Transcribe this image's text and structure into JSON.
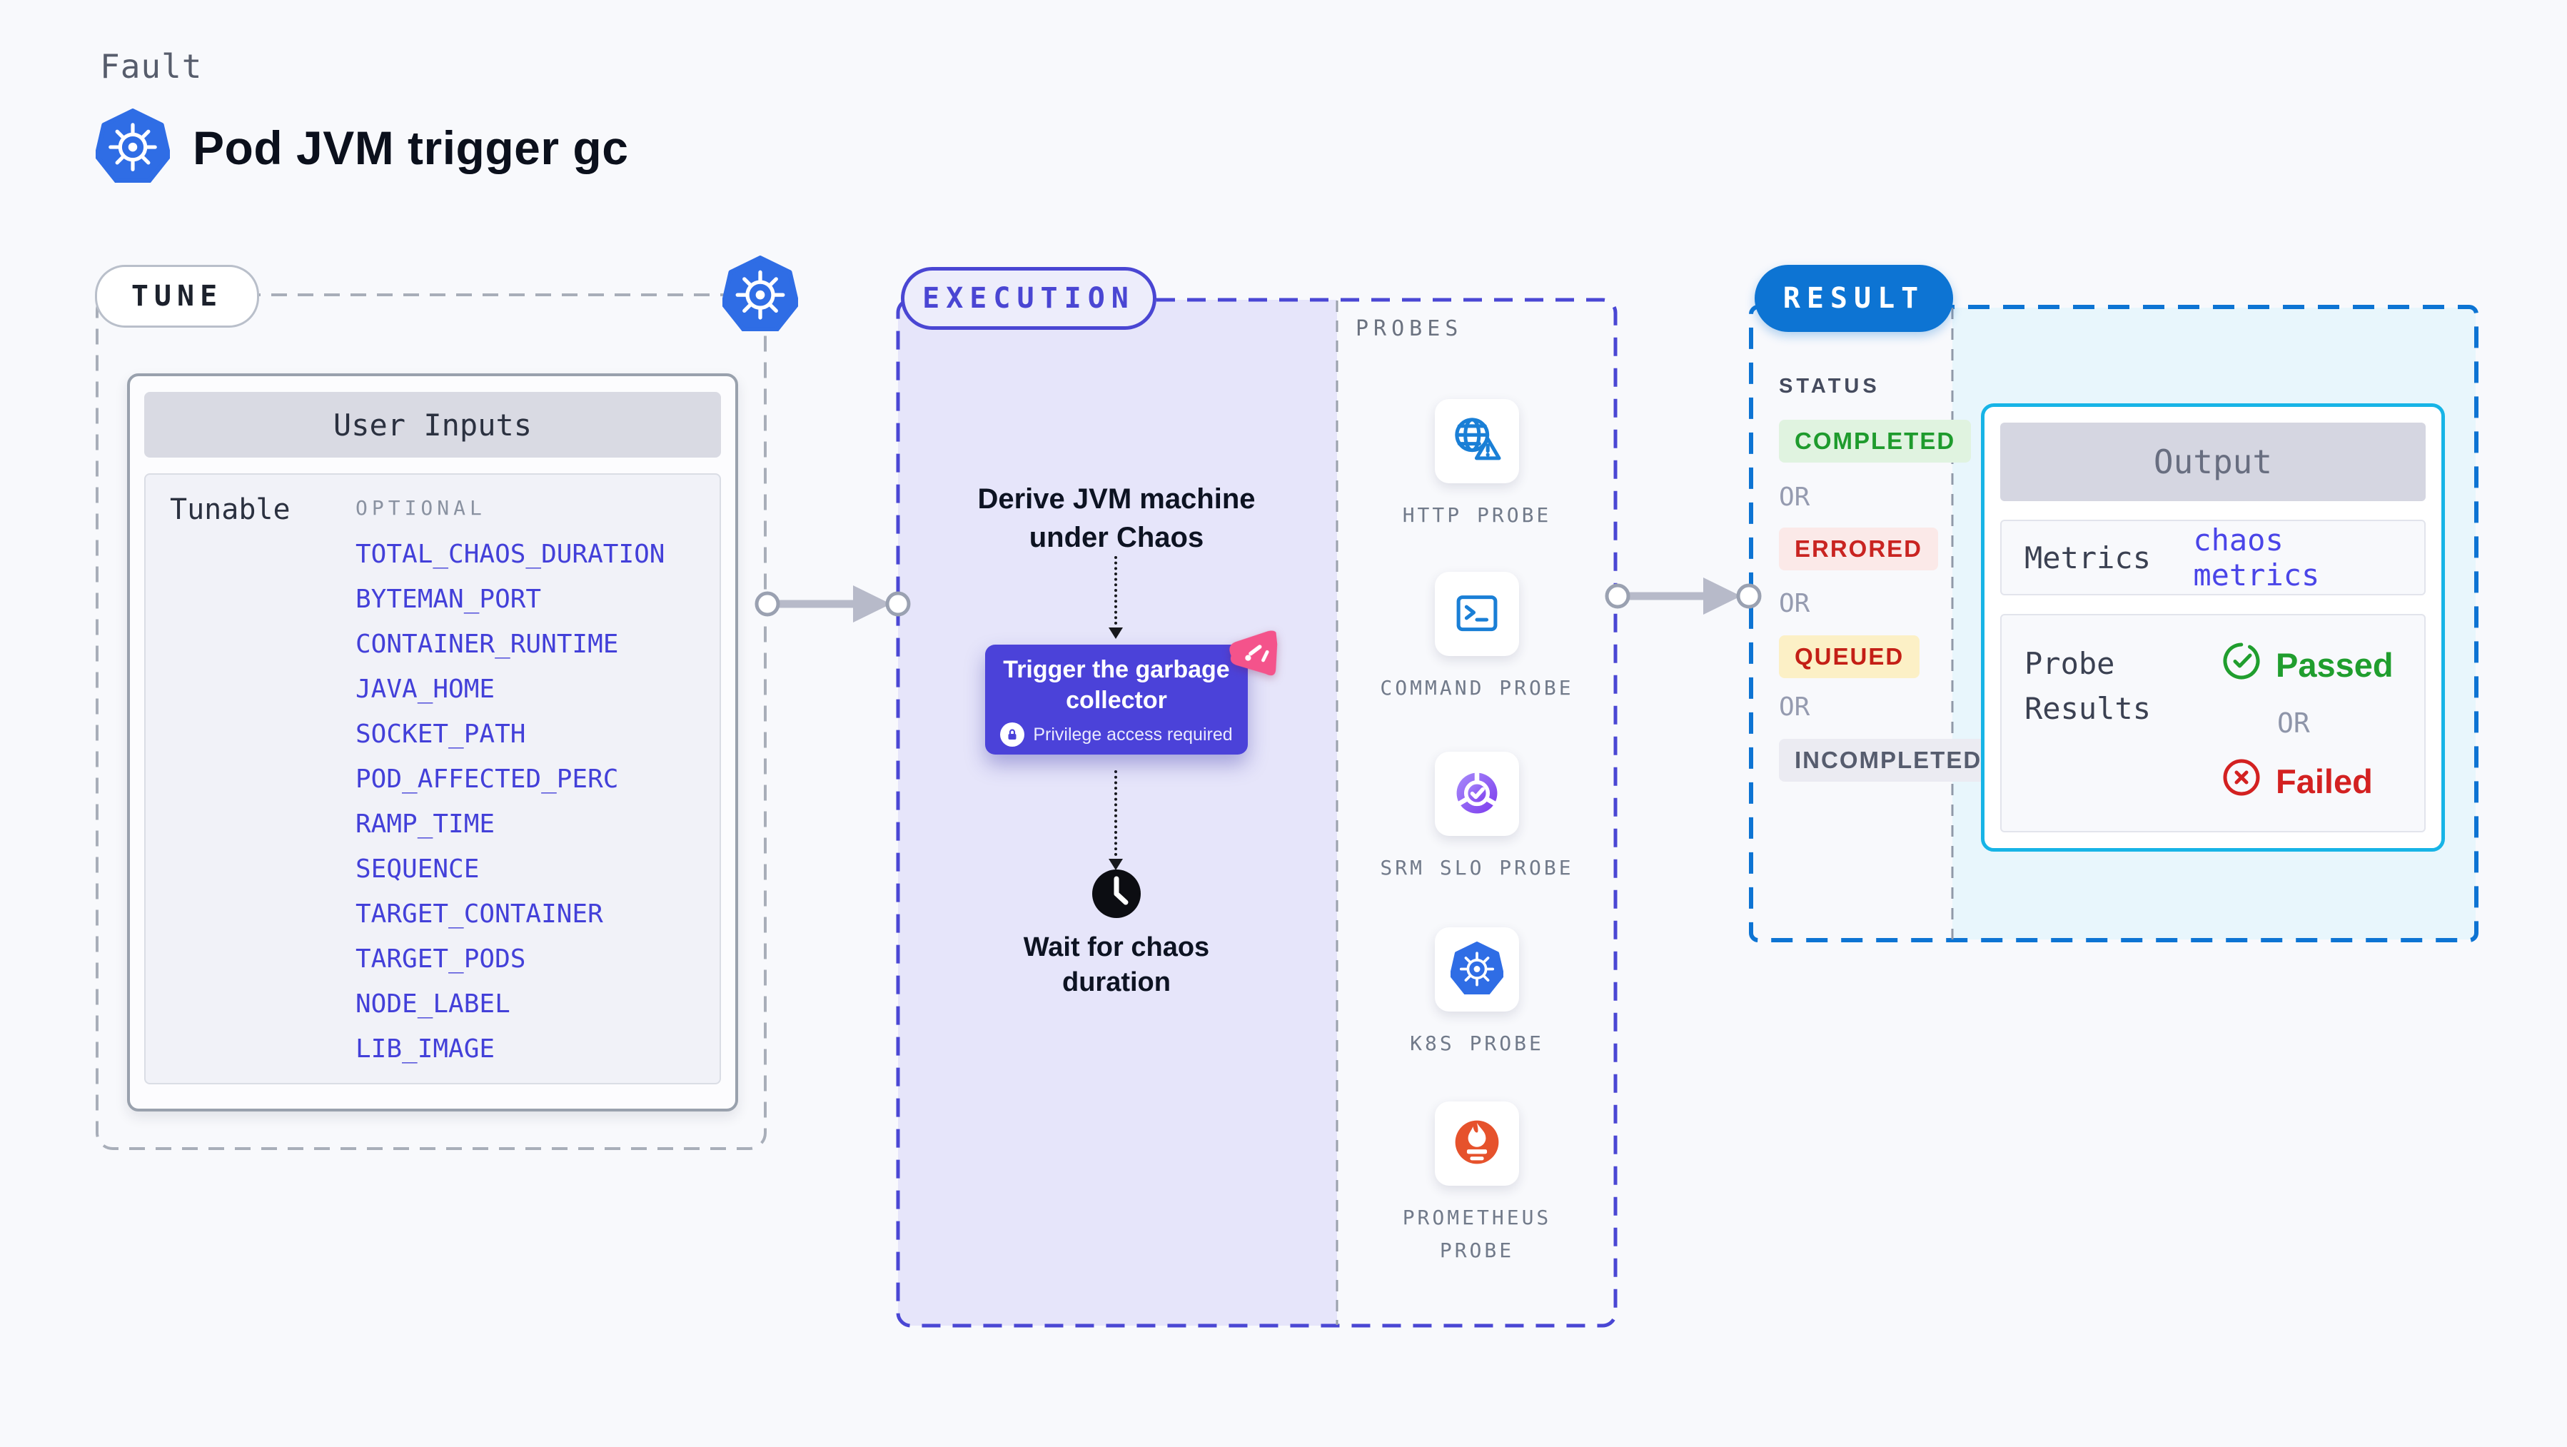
{
  "header": {
    "kicker": "Fault",
    "title": "Pod JVM trigger gc"
  },
  "tune": {
    "label": "TUNE",
    "card_title": "User Inputs",
    "row_label": "Tunable",
    "column_label": "OPTIONAL",
    "tunables": [
      "TOTAL_CHAOS_DURATION",
      "BYTEMAN_PORT",
      "CONTAINER_RUNTIME",
      "JAVA_HOME",
      "SOCKET_PATH",
      "POD_AFFECTED_PERC",
      "RAMP_TIME",
      "SEQUENCE",
      "TARGET_CONTAINER",
      "TARGET_PODS",
      "NODE_LABEL",
      "LIB_IMAGE"
    ]
  },
  "execution": {
    "label": "EXECUTION",
    "derive_line1": "Derive JVM machine",
    "derive_line2": "under Chaos",
    "button_title": "Trigger the garbage collector",
    "button_subtitle": "Privilege access required",
    "wait_line1": "Wait for chaos",
    "wait_line2": "duration"
  },
  "probes": {
    "label": "PROBES",
    "items": [
      {
        "name": "HTTP PROBE",
        "icon": "globe-alert-icon"
      },
      {
        "name": "COMMAND PROBE",
        "icon": "terminal-icon"
      },
      {
        "name": "SRM SLO PROBE",
        "icon": "slo-donut-icon"
      },
      {
        "name": "K8S PROBE",
        "icon": "kubernetes-icon"
      },
      {
        "name": "PROMETHEUS PROBE",
        "icon": "prometheus-flame-icon"
      }
    ]
  },
  "result": {
    "label": "RESULT",
    "status_label": "STATUS",
    "or_label": "OR",
    "statuses": [
      {
        "label": "COMPLETED",
        "fg": "#1e9b2d",
        "bg": "#e0f3e0"
      },
      {
        "label": "ERRORED",
        "fg": "#c92421",
        "bg": "#fbe9e8"
      },
      {
        "label": "QUEUED",
        "fg": "#c41f16",
        "bg": "#fcf0c6"
      },
      {
        "label": "INCOMPLETED",
        "fg": "#565c6e",
        "bg": "#ebebf2"
      }
    ],
    "output": {
      "title": "Output",
      "metrics_label": "Metrics",
      "metrics_value": "chaos metrics",
      "probe_results_label": "Probe Results",
      "passed_label": "Passed",
      "failed_label": "Failed",
      "or_label": "OR"
    }
  },
  "colors": {
    "accent_indigo": "#4a46d3",
    "accent_blue": "#0d74d3",
    "accent_cyan": "#17b4e6",
    "kubernetes_blue": "#2f6de5",
    "probe_icon_blue": "#1a7fd6",
    "prometheus_orange": "#e6522c",
    "chaos_pink": "#f4538b",
    "passed_green": "#209e2e",
    "failed_red": "#d32121",
    "button_purple": "#4b42d9"
  }
}
